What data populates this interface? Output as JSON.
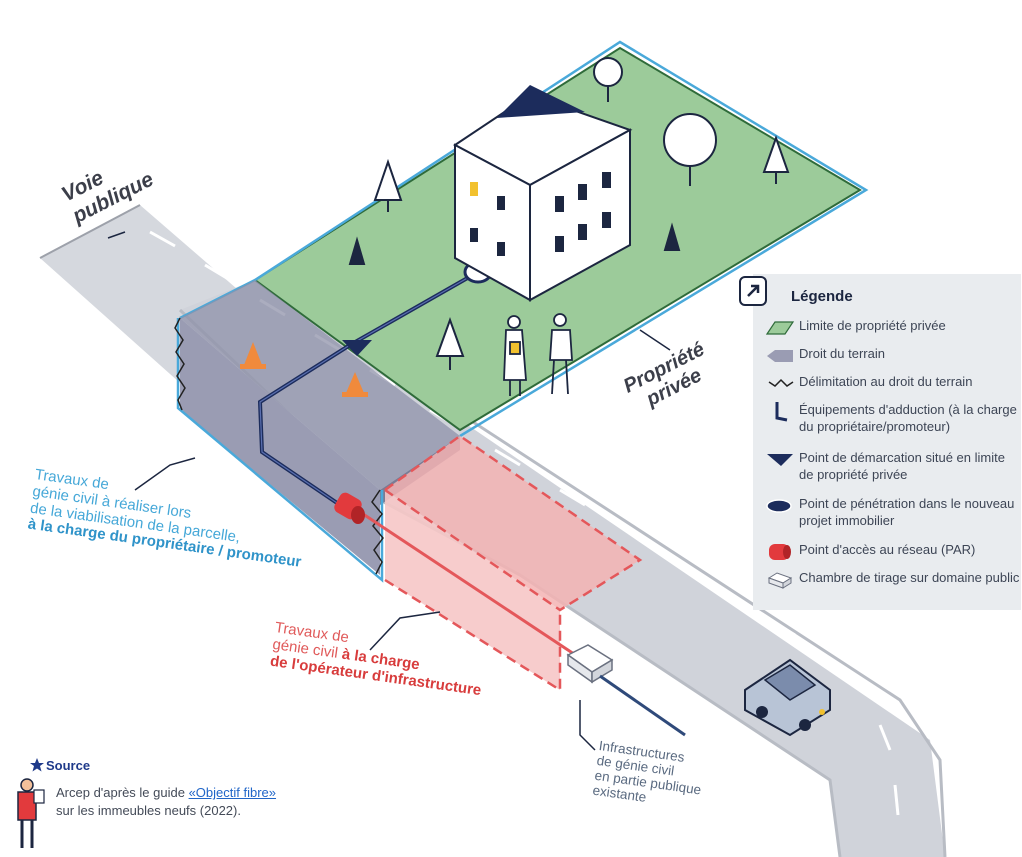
{
  "labels": {
    "voie_line1": "Voie",
    "voie_line2": "publique",
    "propriete_line1": "Propriété",
    "propriete_line2": "privée",
    "travaux_blue": [
      "Travaux de",
      "génie civil à réaliser lors",
      "de la viabilisation de la parcelle,"
    ],
    "travaux_blue_strong": "à la charge du propriétaire / promoteur",
    "travaux_red_line1": "Travaux de",
    "travaux_red_line2a": "génie civil ",
    "travaux_red_line2b": "à la charge",
    "travaux_red_strong": "de l'opérateur d'infrastructure",
    "infra": [
      "Infrastructures",
      "de génie civil",
      "en partie publique",
      "existante"
    ]
  },
  "legend": {
    "title": "Légende",
    "items": [
      {
        "icon": "green-square-icon",
        "text": "Limite de propriété privée"
      },
      {
        "icon": "gray-arrow-icon",
        "text": "Droit du terrain"
      },
      {
        "icon": "zigzag-icon",
        "text": "Délimitation au droit du terrain"
      },
      {
        "icon": "l-shape-icon",
        "text": "Équipements d'adduction (à la charge du propriétaire/promoteur)"
      },
      {
        "icon": "triangle-icon",
        "text": "Point de démarcation situé en limite de propriété privée"
      },
      {
        "icon": "ellipse-icon",
        "text": "Point de pénétration dans le nouveau projet immobilier"
      },
      {
        "icon": "red-cylinder-icon",
        "text": "Point d'accès au réseau (PAR)"
      },
      {
        "icon": "white-box-icon",
        "text": "Chambre de tirage sur domaine public"
      }
    ]
  },
  "source": {
    "title": "Source",
    "text_before": "Arcep d'après le guide ",
    "link": "«Objectif fibre»",
    "text_after": "sur les immeubles neufs (2022)."
  },
  "colors": {
    "green": "#9ccb9a",
    "navy": "#1c2c5c",
    "blue_outline": "#4aa9da",
    "red": "#e4575a",
    "road": "#c9ccd3",
    "trench": "#9a9cb3"
  }
}
